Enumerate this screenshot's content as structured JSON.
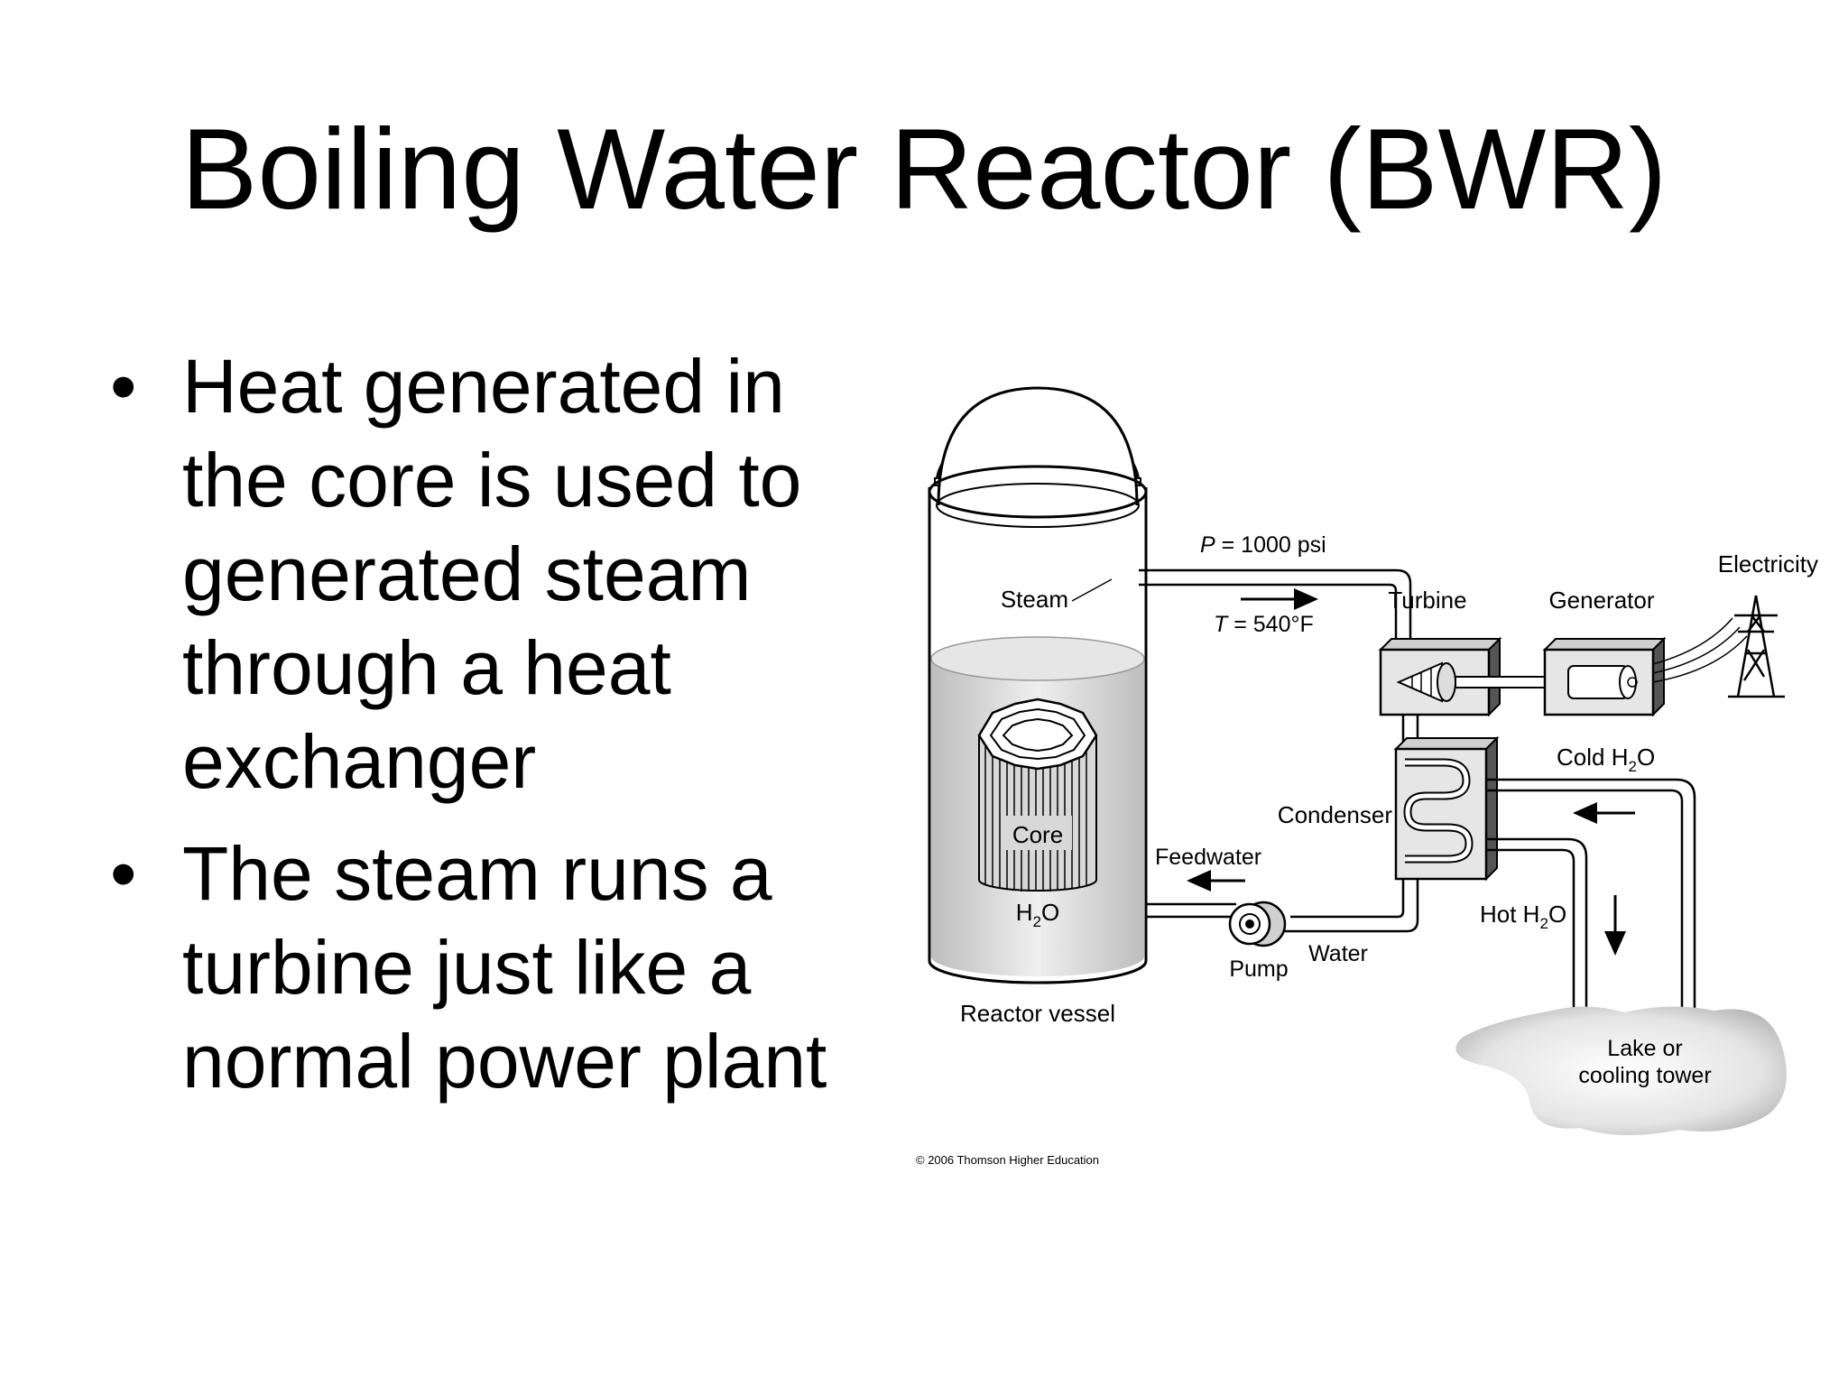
{
  "slide": {
    "title": "Boiling Water Reactor (BWR)",
    "bullets": [
      "Heat generated in the core is used to generated steam through a heat exchanger",
      "The steam runs a turbine just like a normal power plant"
    ]
  },
  "diagram": {
    "labels": {
      "steam": "Steam",
      "pressure_var": "P",
      "pressure_val": " = 1000 psi",
      "temp_var": "T",
      "temp_val": " = 540°F",
      "turbine": "Turbine",
      "generator": "Generator",
      "electricity": "Electricity",
      "core": "Core",
      "h2o_vessel_h": "H",
      "h2o_vessel_sub": "2",
      "h2o_vessel_o": "O",
      "cold_h2o_prefix": "Cold H",
      "cold_h2o_sub": "2",
      "cold_h2o_o": "O",
      "condenser": "Condenser",
      "feedwater": "Feedwater",
      "hot_h2o_prefix": "Hot H",
      "hot_h2o_sub": "2",
      "hot_h2o_o": "O",
      "pump": "Pump",
      "water": "Water",
      "reactor_vessel": "Reactor vessel",
      "lake_line1": "Lake or",
      "lake_line2": "cooling tower",
      "copyright": "© 2006 Thomson Higher Education"
    }
  }
}
